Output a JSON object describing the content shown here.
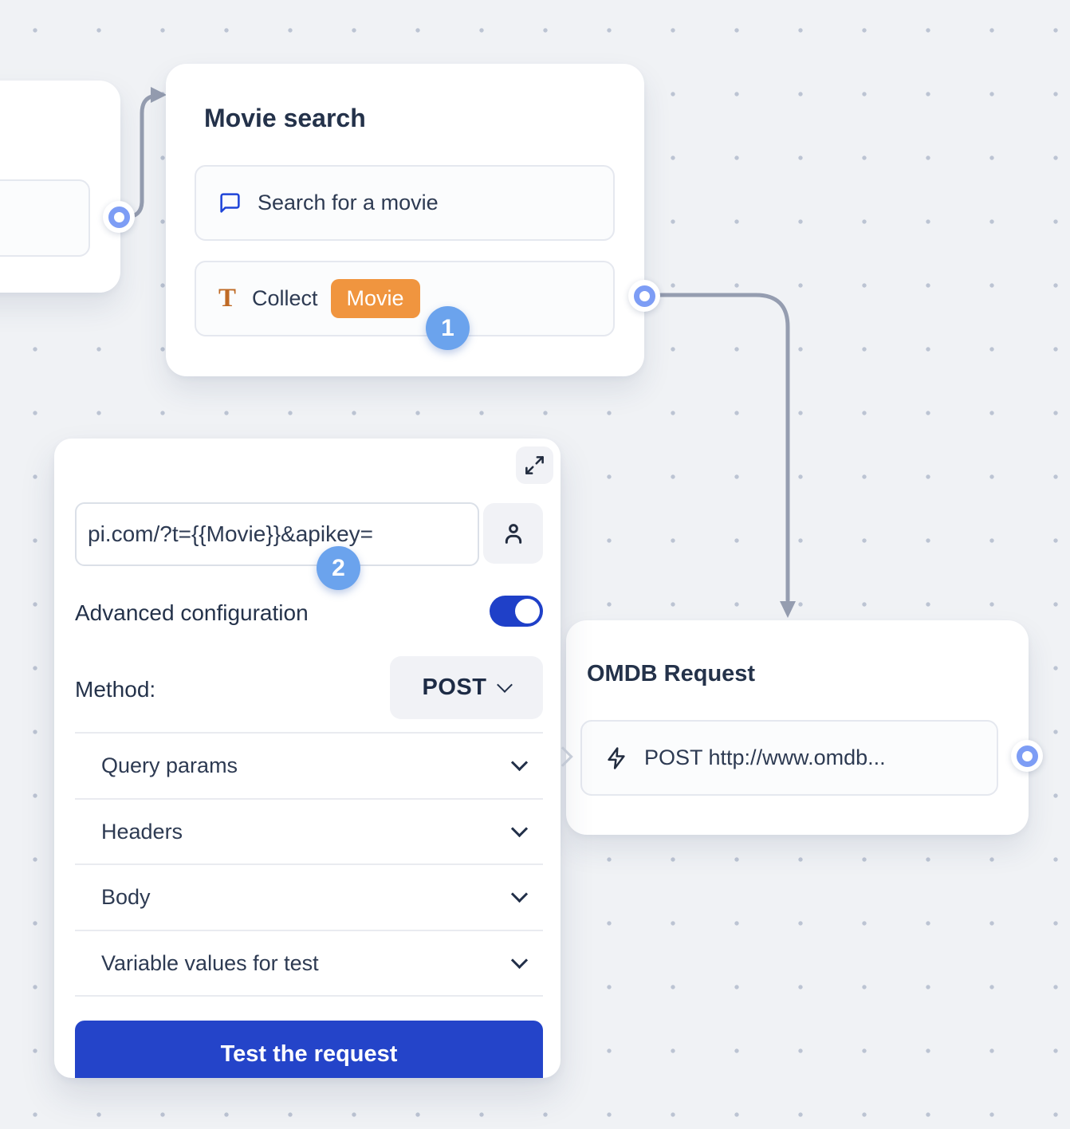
{
  "canvas": {
    "background_color": "#f0f2f5",
    "dot_grid_color": "#bcc4d3"
  },
  "movie_search_node": {
    "title": "Movie search",
    "question_row": {
      "icon": "chat-bubble-icon",
      "label": "Search for a movie"
    },
    "collect_row": {
      "icon": "text-collect-icon",
      "label": "Collect",
      "variable_chip": "Movie"
    },
    "step_badge": "1"
  },
  "omdb_node": {
    "title": "OMDB Request",
    "request_row": {
      "icon": "lightning-icon",
      "label": "POST http://www.omdb..."
    }
  },
  "config_panel": {
    "step_badge": "2",
    "expand_icon": "expand-icon",
    "url_input": {
      "value": "pi.com/?t={{Movie}}&apikey="
    },
    "user_button_icon": "person-icon",
    "advanced_toggle": {
      "label": "Advanced configuration",
      "state": "on"
    },
    "method": {
      "label": "Method:",
      "value": "POST"
    },
    "sections": [
      "Query params",
      "Headers",
      "Body",
      "Variable values for test"
    ],
    "test_button_label": "Test the request"
  },
  "colors": {
    "primary_blue": "#2444c9",
    "toggle_blue": "#1f40c8",
    "port_blue": "#7d9df5",
    "step_badge_blue": "#6ba3ed",
    "variable_chip_orange": "#f0953f",
    "connector_gray": "#959db0",
    "text_dark": "#24324a",
    "text_body": "#2d3a52"
  }
}
